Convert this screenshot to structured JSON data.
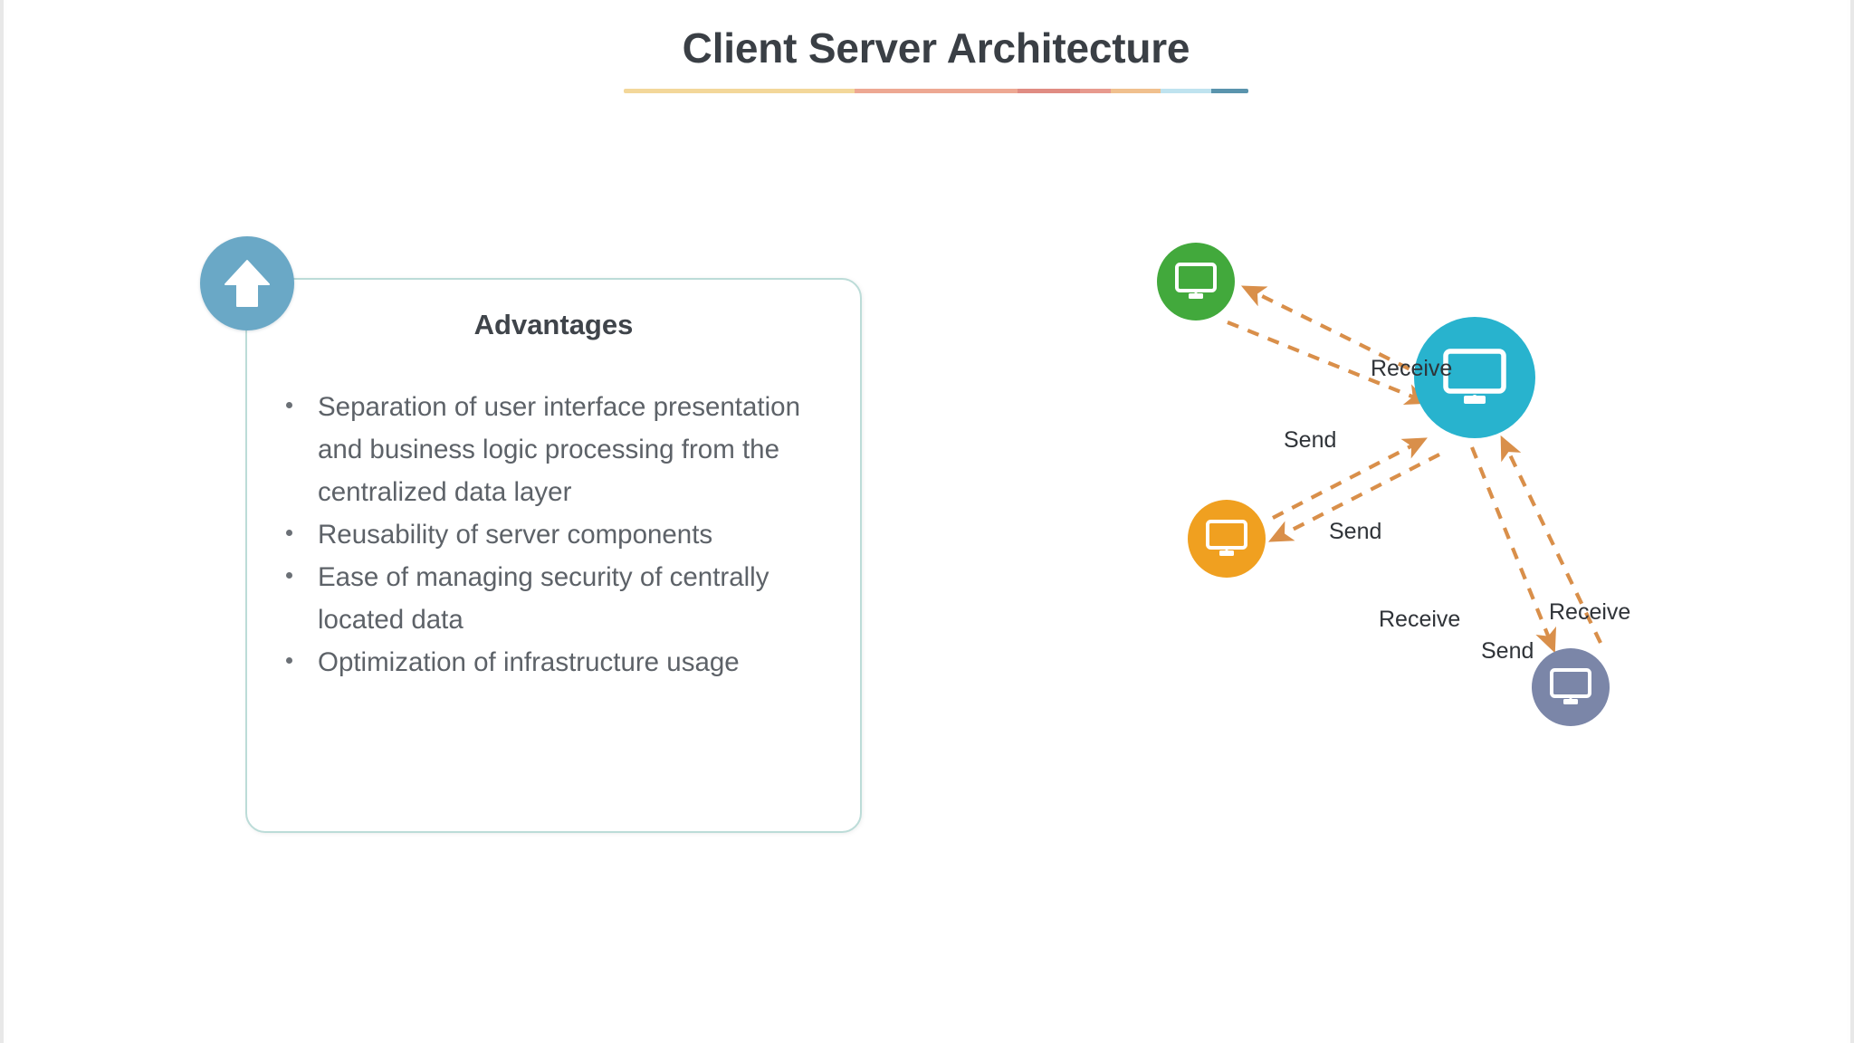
{
  "page": {
    "title": "Client Server Architecture",
    "background_color": "#ffffff"
  },
  "title_underline": {
    "segments": [
      "#f3d79a",
      "#eda893",
      "#e08c83",
      "#e79a8e",
      "#f0c08e",
      "#bfe3ef",
      "#5a94ad"
    ]
  },
  "advantages_card": {
    "heading": "Advantages",
    "border_color": "#bcdcd8",
    "badge_icon": "arrow-up-icon",
    "badge_color": "#6aa8c6",
    "bullets": [
      "Separation of user interface presentation and business logic processing from the centralized data layer",
      "Reusability of server components",
      "Ease of managing security of centrally located data",
      "Optimization of infrastructure usage"
    ]
  },
  "network_diagram": {
    "arrow_color": "#d98f4a",
    "nodes": [
      {
        "id": "client-green",
        "role": "client",
        "icon": "monitor-icon",
        "color": "#42a93c"
      },
      {
        "id": "client-orange",
        "role": "client",
        "icon": "monitor-icon",
        "color": "#f0a020"
      },
      {
        "id": "client-slate",
        "role": "client",
        "icon": "monitor-icon",
        "color": "#7b86a8"
      },
      {
        "id": "server-teal",
        "role": "server",
        "icon": "monitor-icon",
        "color": "#28b3ce"
      }
    ],
    "labels": {
      "receive_top": "Receive",
      "send_top": "Send",
      "send_mid": "Send",
      "receive_mid": "Receive",
      "send_bottom": "Send",
      "receive_bottom": "Receive"
    }
  }
}
